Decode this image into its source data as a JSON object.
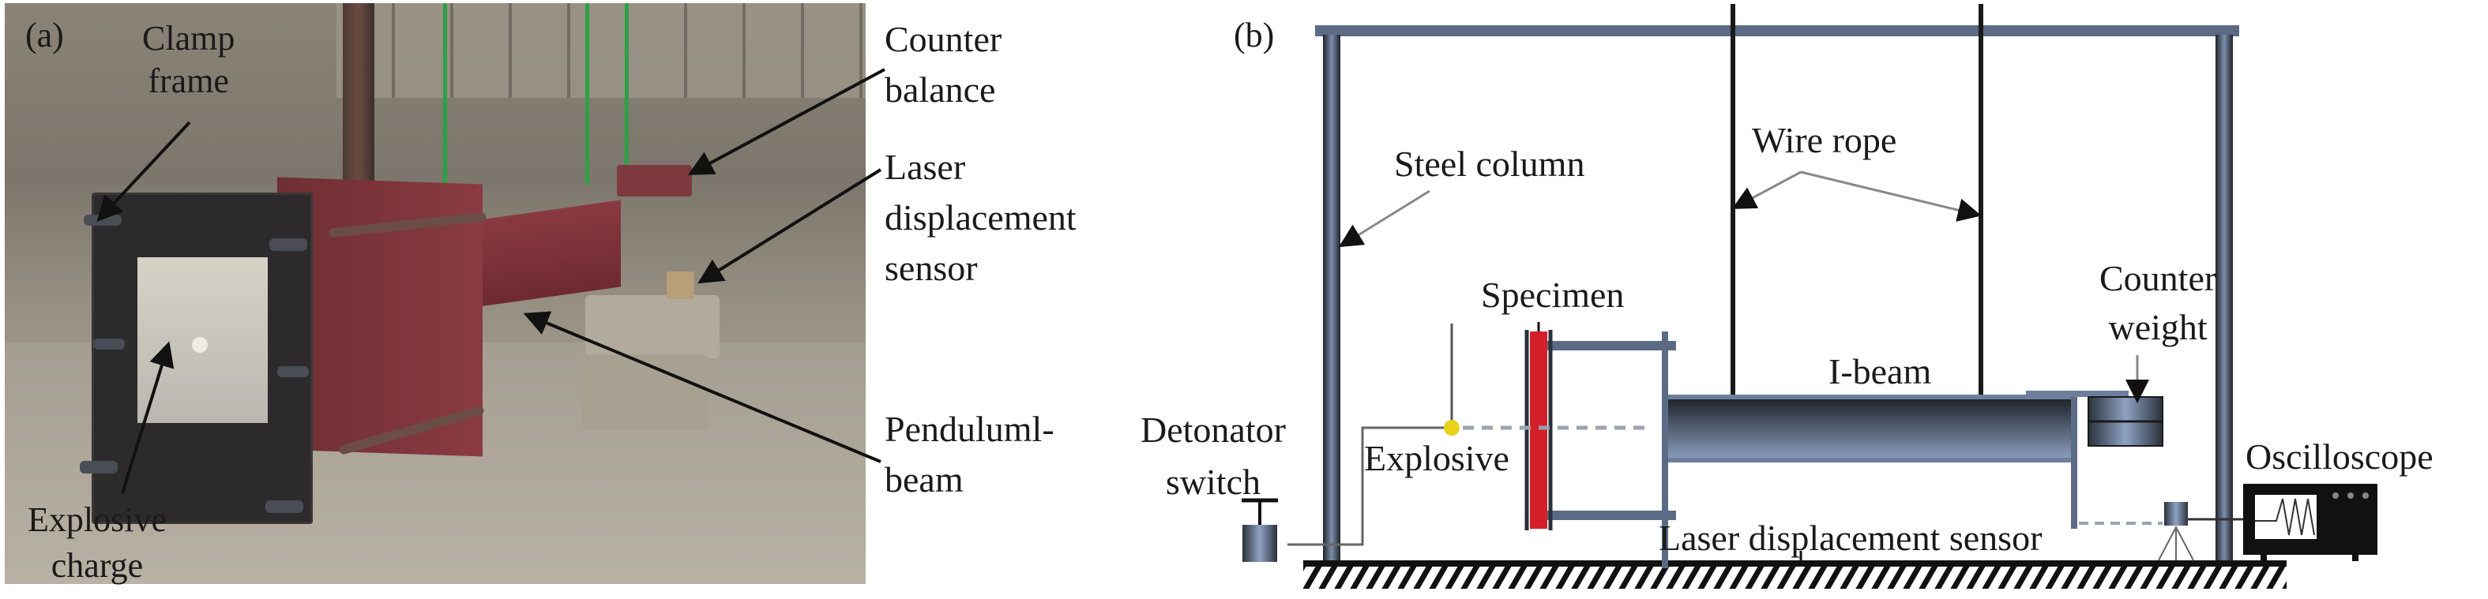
{
  "figure": {
    "panel_a": {
      "tag": "(a)",
      "labels": {
        "clamp_frame": [
          "Clamp",
          "frame"
        ],
        "explosive_charge": [
          "Explosive",
          "charge"
        ],
        "counter_balance": [
          "Counter",
          "balance"
        ],
        "laser_sensor": [
          "Laser",
          "displacement",
          "sensor"
        ],
        "pendulum_beam": [
          "Penduluml-",
          "beam"
        ]
      }
    },
    "panel_b": {
      "tag": "(b)",
      "labels": {
        "steel_column": "Steel column",
        "wire_rope": "Wire rope",
        "specimen": "Specimen",
        "i_beam": "I-beam",
        "counter_weight": [
          "Counter",
          "weight"
        ],
        "detonator_switch": [
          "Detonator",
          "switch"
        ],
        "explosive": "Explosive",
        "laser_sensor": "Laser displacement sensor",
        "oscilloscope": "Oscilloscope"
      }
    },
    "colors": {
      "steel": "#5b6b85",
      "steel_dark": "#1f2328",
      "specimen_red": "#d21f2a",
      "explosive_yellow": "#e8d21a",
      "beam_red_photo": "#7a2f35",
      "rope_green": "#2ea043"
    }
  }
}
